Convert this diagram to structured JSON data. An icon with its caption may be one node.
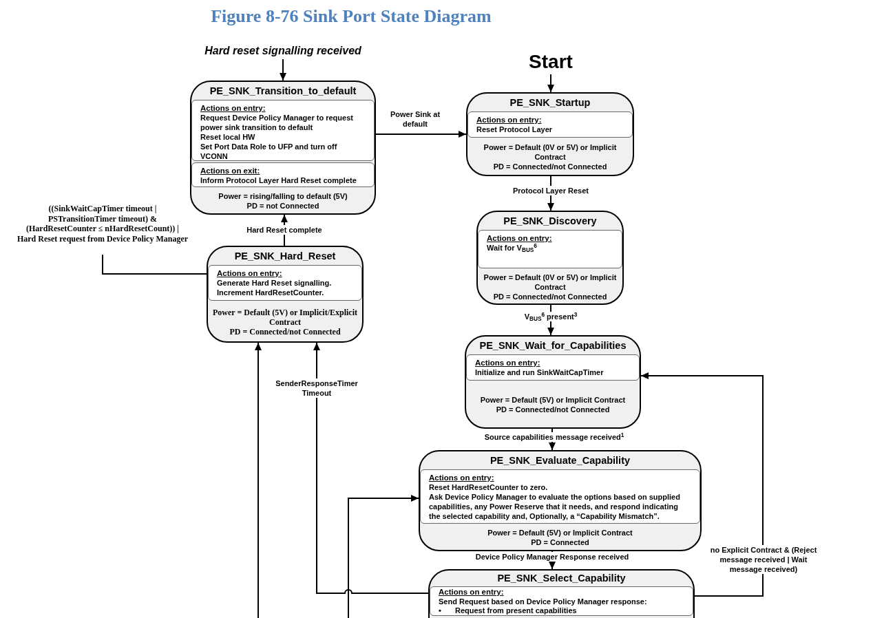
{
  "diagram": {
    "title": "Figure 8-76 Sink Port State Diagram",
    "nodes": [
      {
        "text": [
          "Hard reset signalling received"
        ]
      },
      {
        "text": [
          "PE_SNK_Transition_to_default",
          "Actions on entry:",
          "Request Device Policy Manager to request power sink transition to default",
          "Reset local HW",
          "Set Port Data Role to UFP and turn off VCONN",
          "Actions on exit:",
          "Inform Protocol Layer Hard Reset complete",
          "Power = rising/falling to default (5V)",
          "PD = not Connected"
        ]
      },
      {
        "text": [
          "Start"
        ]
      },
      {
        "text": [
          "PE_SNK_Startup",
          "Actions on entry:",
          "Reset Protocol Layer",
          "Power = Default (0V or 5V) or Implicit Contract",
          "PD = Connected/not Connected"
        ]
      },
      {
        "text": [
          "PE_SNK_Discovery",
          "Actions on entry:",
          "Wait for V$_{BUS}$$^{6}$",
          "Power = Default (0V or 5V) or Implicit Contract",
          "PD = Connected/not Connected"
        ]
      },
      {
        "text": [
          "PE_SNK_Wait_for_Capabilities",
          "Actions on entry:",
          "Initialize and run SinkWaitCapTimer",
          "Power = Default (5V) or Implicit Contract",
          "PD = Connected/not Connected"
        ]
      },
      {
        "text": [
          "PE_SNK_Hard_Reset",
          "Actions on entry:",
          "Generate Hard Reset signalling.",
          "Increment HardResetCounter.",
          "Power = Default (5V) or Implicit/Explicit Contract",
          "PD = Connected/not Connected"
        ]
      },
      {
        "text": [
          "((SinkWaitCapTimer timeout | PSTransitionTimer timeout) & (HardResetCounter ≤ nHardResetCount)) | Hard Reset request from Device Policy Manager"
        ]
      },
      {
        "text": [
          "PE_SNK_Evaluate_Capability",
          "Actions on entry:",
          "Reset HardResetCounter to zero.",
          "Ask Device Policy Manager to evaluate the options based on supplied capabilities, any Power Reserve that it needs, and respond indicating the selected capability and, Optionally, a “Capability Mismatch”.",
          "Power = Default (5V) or Implicit Contract",
          "PD = Connected"
        ]
      },
      {
        "text": [
          "PE_SNK_Select_Capability",
          "Actions on entry:",
          "Send Request based on Device Policy Manager response:",
          "•",
          "Request from present capabilities"
        ]
      }
    ],
    "edges": [
      {
        "from": 0,
        "to": 1,
        "arrow": "to"
      },
      {
        "from": 1,
        "to": 3,
        "arrow": "to",
        "label": "Power Sink at default"
      },
      {
        "from": 2,
        "to": 3,
        "arrow": "to"
      },
      {
        "from": 3,
        "to": 4,
        "arrow": "to",
        "label": "Protocol Layer Reset"
      },
      {
        "from": 4,
        "to": 5,
        "arrow": "to",
        "label": "V$_{BUS}$$^{6}$ present$^{3}$"
      },
      {
        "from": 6,
        "to": 1,
        "arrow": "to",
        "label": "Hard Reset complete"
      },
      {
        "from": 7,
        "to": 6,
        "arrow": "none"
      },
      {
        "from": 5,
        "to": 8,
        "arrow": "to",
        "label": "Source capabilities message received$^{1}$"
      },
      {
        "from": 8,
        "to": 9,
        "arrow": "to",
        "label": "Device Policy Manager Response received"
      },
      {
        "from": 9,
        "to": 6,
        "arrow": "to",
        "label": "SenderResponseTimer Timeout"
      },
      {
        "from": 9,
        "to": 5,
        "arrow": "to",
        "label": "no Explicit Contract & (Reject message received | Wait message received)"
      },
      {
        "from": null,
        "to": 6,
        "arrow": "to"
      },
      {
        "from": null,
        "to": 8,
        "arrow": "to"
      }
    ]
  }
}
